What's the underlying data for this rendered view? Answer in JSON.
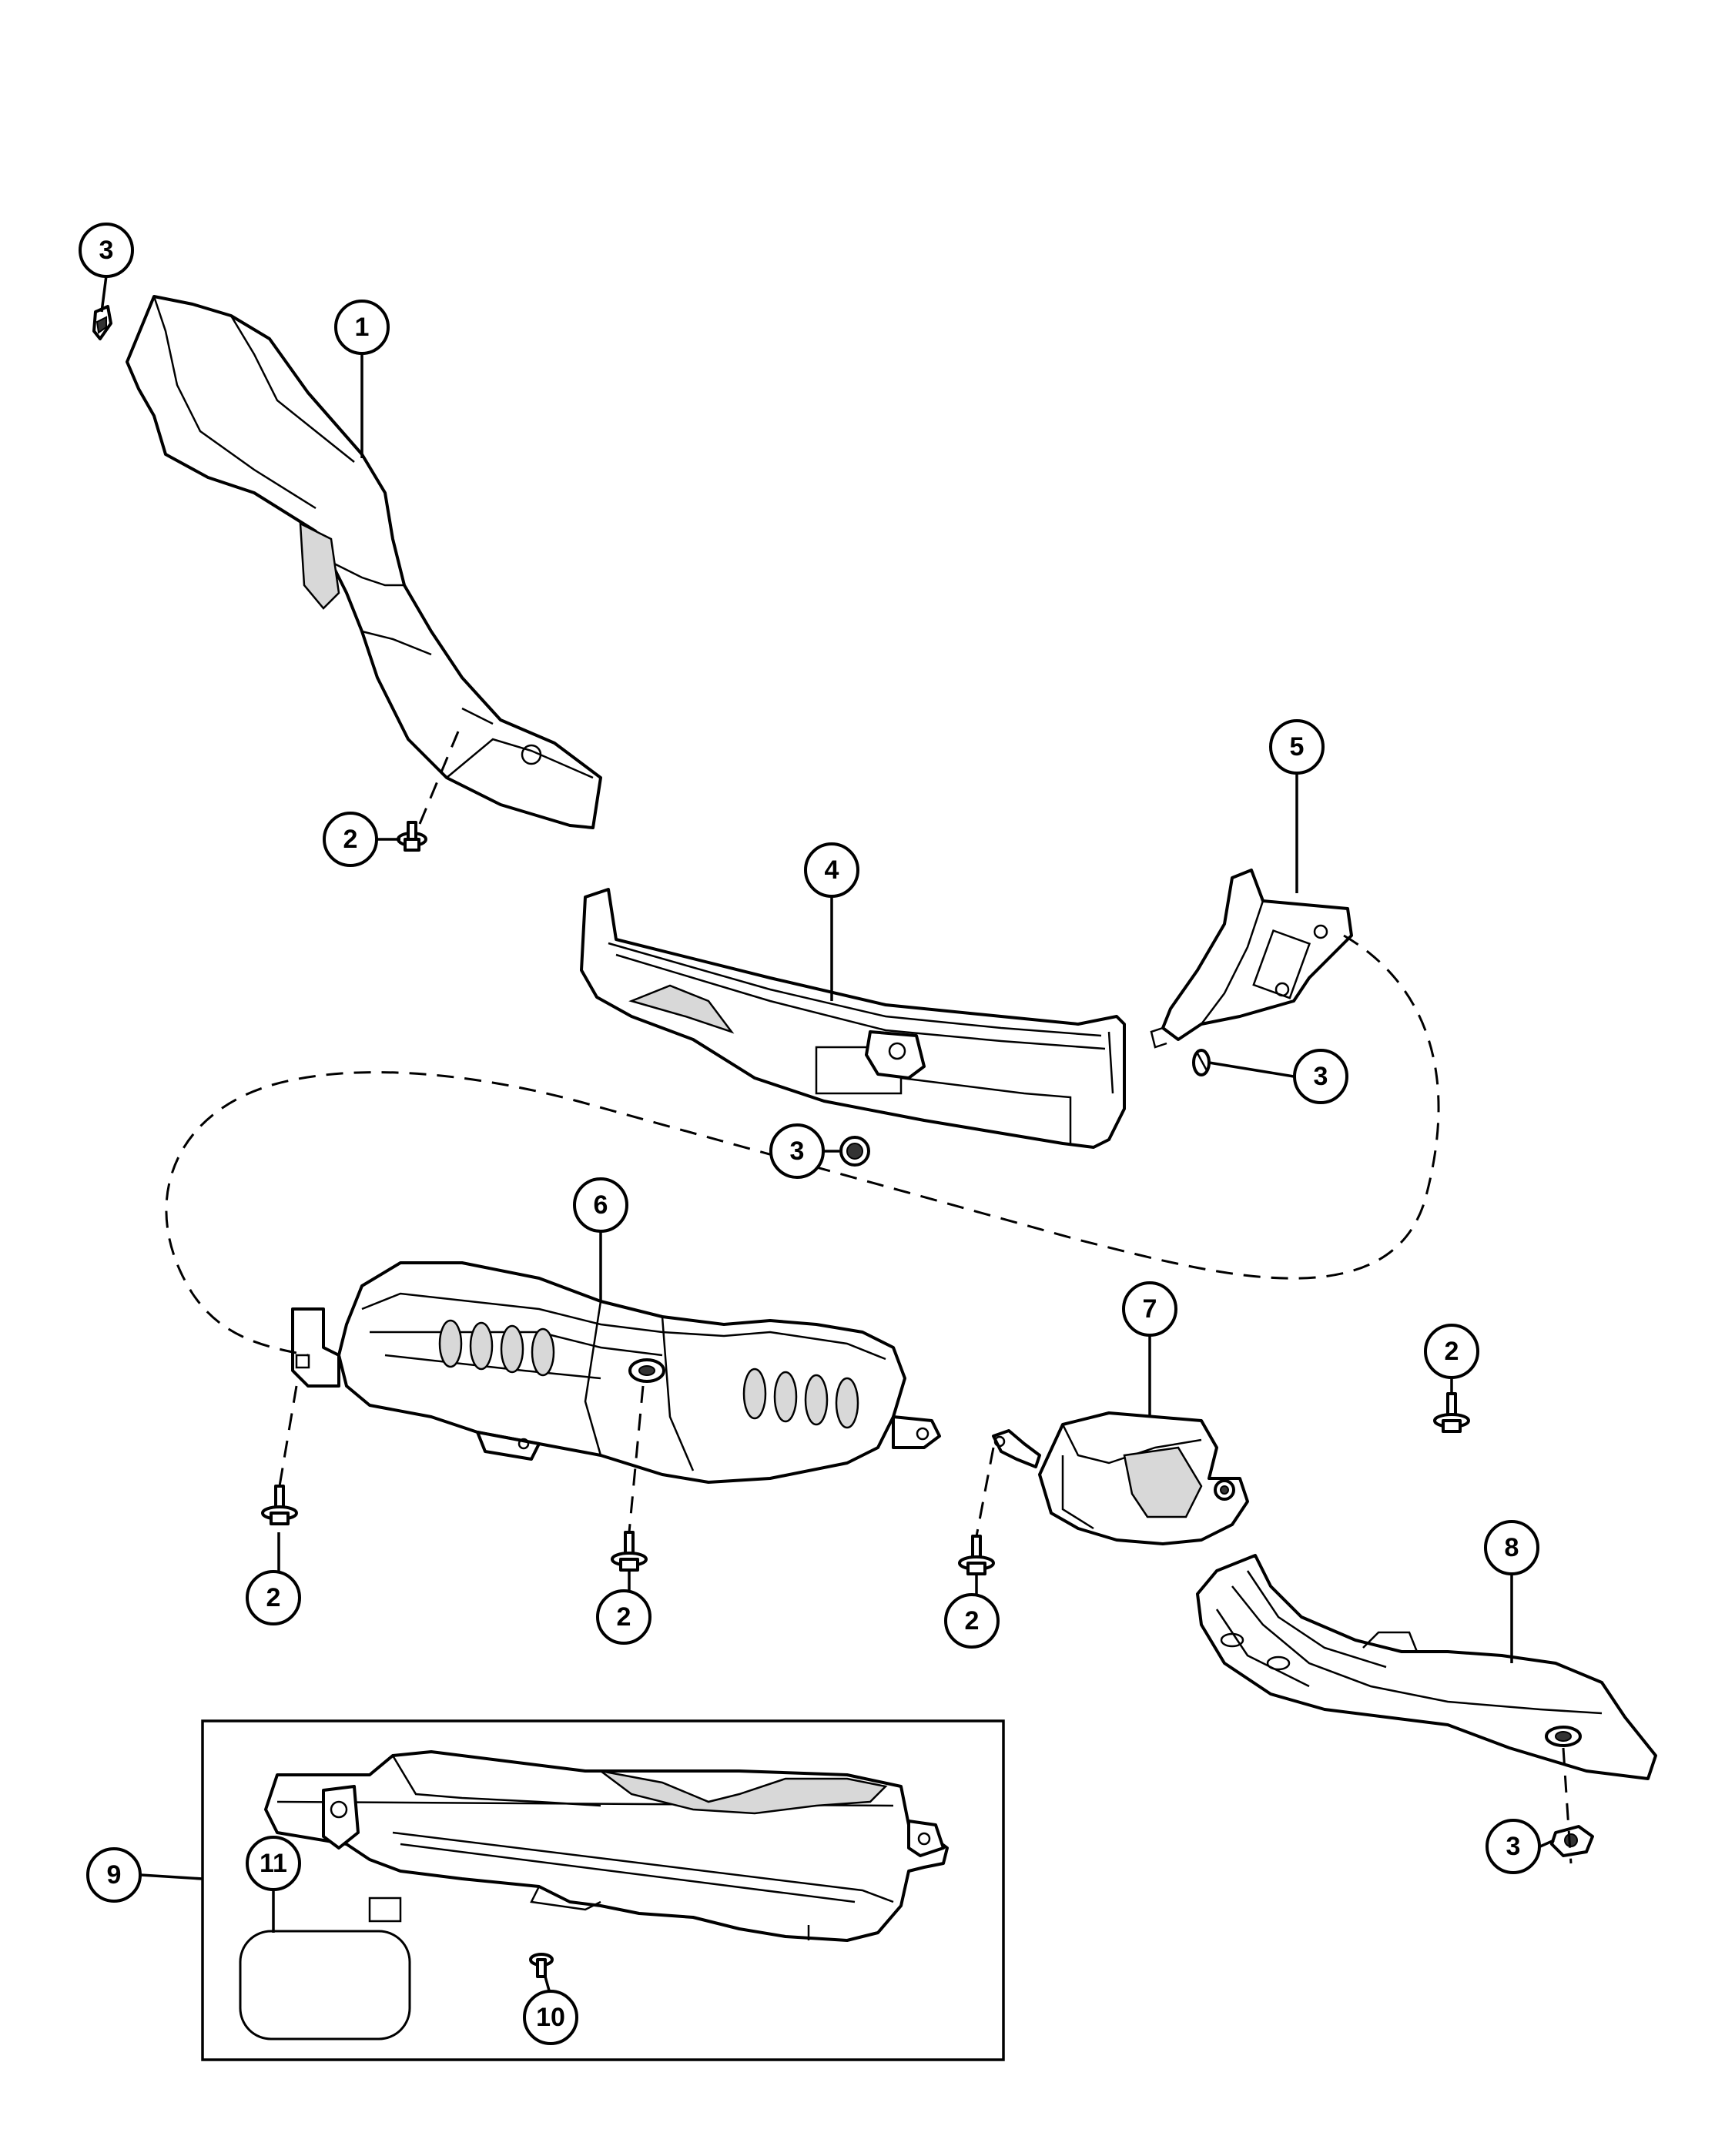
{
  "callouts": [
    {
      "id": "c3a",
      "label": "3"
    },
    {
      "id": "c1",
      "label": "1"
    },
    {
      "id": "c2a",
      "label": "2"
    },
    {
      "id": "c5",
      "label": "5"
    },
    {
      "id": "c4",
      "label": "4"
    },
    {
      "id": "c3b",
      "label": "3"
    },
    {
      "id": "c3c",
      "label": "3"
    },
    {
      "id": "c6",
      "label": "6"
    },
    {
      "id": "c7",
      "label": "7"
    },
    {
      "id": "c2b",
      "label": "2"
    },
    {
      "id": "c2c",
      "label": "2"
    },
    {
      "id": "c2d",
      "label": "2"
    },
    {
      "id": "c2e",
      "label": "2"
    },
    {
      "id": "c8",
      "label": "8"
    },
    {
      "id": "c9",
      "label": "9"
    },
    {
      "id": "c11",
      "label": "11"
    },
    {
      "id": "c3d",
      "label": "3"
    },
    {
      "id": "c10",
      "label": "10"
    }
  ]
}
